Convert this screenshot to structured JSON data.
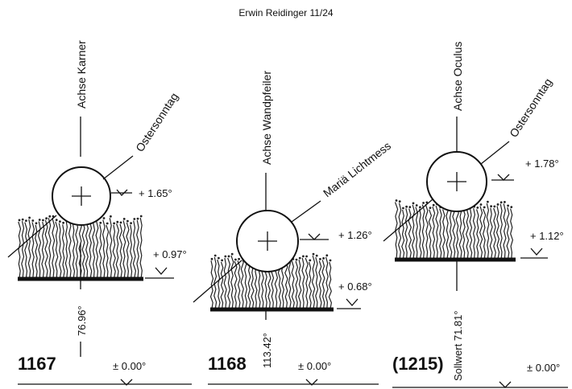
{
  "author": "Erwin Reidinger 11/24",
  "panels": [
    {
      "year": "1167",
      "axis_label": "Achse Karner",
      "sun_label": "Ostersonntag",
      "sun_angle": "+ 1.65°",
      "horizon_angle": "+ 0.97°",
      "azimuth": "76.96°",
      "base_angle": "± 0.00°"
    },
    {
      "year": "1168",
      "axis_label": "Achse Wandpfeiler",
      "sun_label": "Mariä Lichtmess",
      "sun_angle": "+ 1.26°",
      "horizon_angle": "+ 0.68°",
      "azimuth": "113.42°",
      "base_angle": "± 0.00°"
    },
    {
      "year": "(1215)",
      "axis_label": "Achse Oculus",
      "sun_label": "Ostersonntag",
      "sun_angle": "+ 1.78°",
      "horizon_angle": "+ 1.12°",
      "azimuth": "Sollwert 71.81°",
      "base_angle": "± 0.00°"
    }
  ]
}
